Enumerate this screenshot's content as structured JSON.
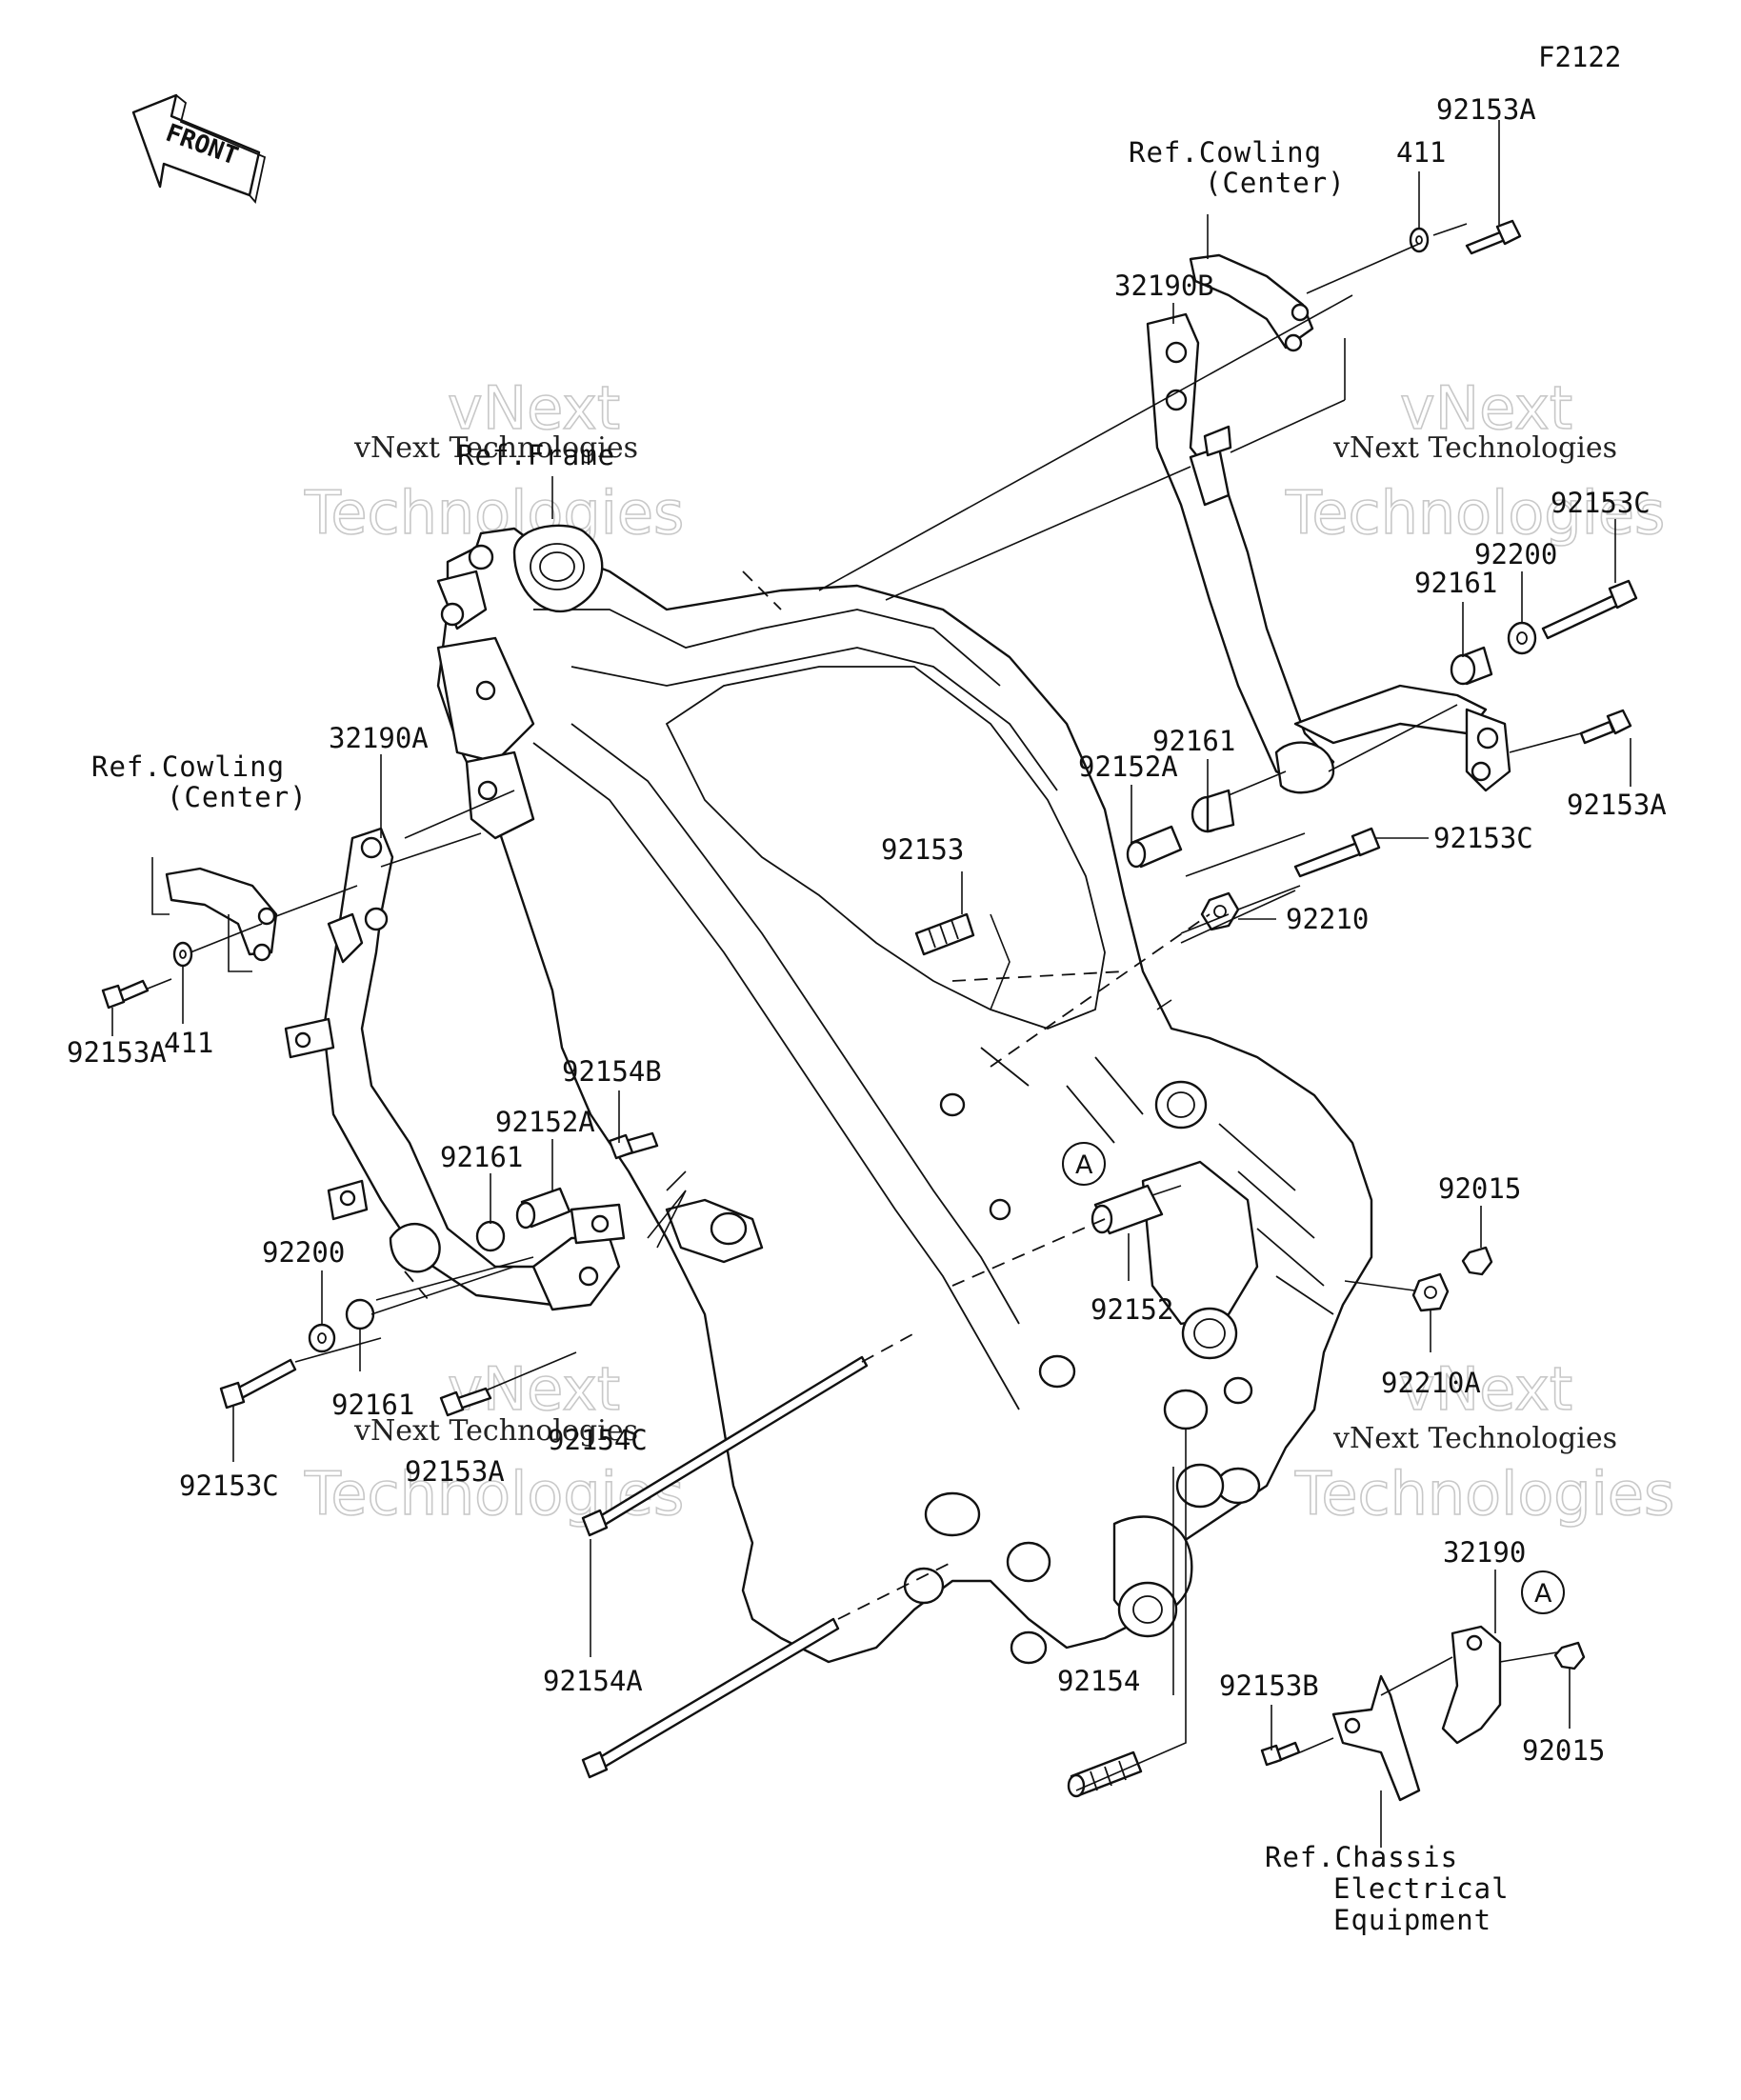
{
  "diagram_id": "F2122",
  "front_arrow_label": "FRONT",
  "watermark": {
    "company": "vNext Technologies",
    "big_line1": "vNext",
    "big_line2": "Technologies"
  },
  "refs": {
    "frame": "Ref.Frame",
    "cowling_right_line1": "Ref.Cowling",
    "cowling_right_line2": "(Center)",
    "cowling_left_line1": "Ref.Cowling",
    "cowling_left_line2": "(Center)",
    "chassis_line1": "Ref.Chassis",
    "chassis_line2": "Electrical",
    "chassis_line3": "Equipment"
  },
  "circle_marker": "A",
  "labels": {
    "p92153A_top": "92153A",
    "p411_top": "411",
    "p32190B": "32190B",
    "p92153C_right": "92153C",
    "p92200_right": "92200",
    "p92161_right": "92161",
    "p92153A_right": "92153A",
    "p92161_mid": "92161",
    "p92152A_mid": "92152A",
    "p92153C_mid": "92153C",
    "p92153_center": "92153",
    "p92210": "92210",
    "p32190A": "32190A",
    "p92153A_left": "92153A",
    "p411_left": "411",
    "p92154B": "92154B",
    "p92152A_left": "92152A",
    "p92161_left": "92161",
    "p92200_left": "92200",
    "p92161_bottomleft": "92161",
    "p92153C_left": "92153C",
    "p92154C": "92154C",
    "p92153A_bottomleft": "92153A",
    "p92015_right": "92015",
    "p92152": "92152",
    "p92210A": "92210A",
    "p92154A": "92154A",
    "p92154": "92154",
    "p32190": "32190",
    "p92153B": "92153B",
    "p92015_bottom": "92015"
  }
}
